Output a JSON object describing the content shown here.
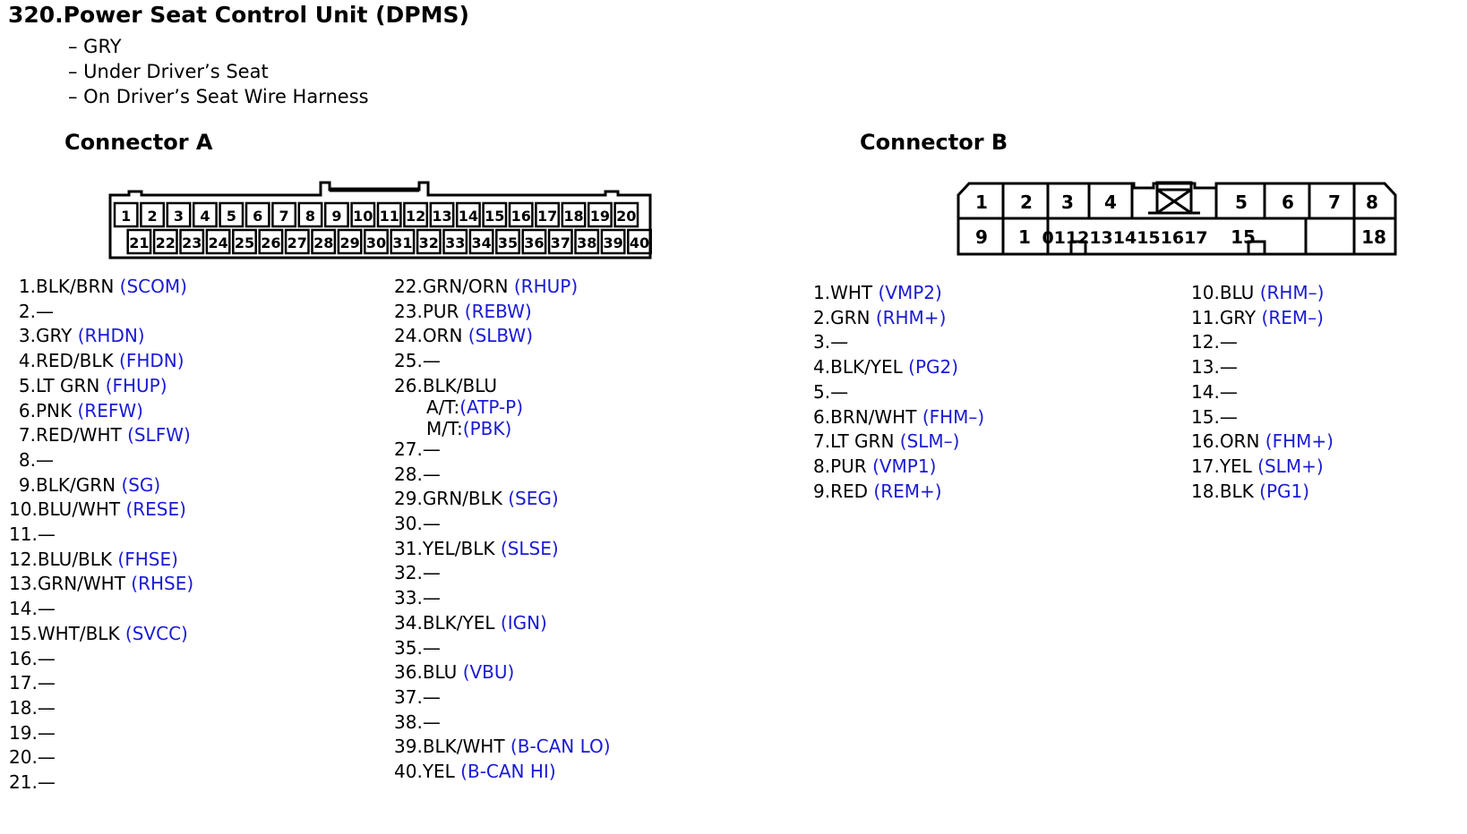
{
  "title": "320.Power Seat Control Unit (DPMS)",
  "subtitle_lines": [
    "– GRY",
    "– Under Driver’s Seat",
    "– On Driver’s Seat Wire Harness"
  ],
  "connector_a": {
    "title": "Connector A",
    "pins_top": [
      "1",
      "2",
      "3",
      "4",
      "5",
      "6",
      "7",
      "8",
      "9",
      "10",
      "11",
      "12",
      "13",
      "14",
      "15",
      "16",
      "17",
      "18",
      "19",
      "20"
    ],
    "pins_bottom": [
      "21",
      "22",
      "23",
      "24",
      "25",
      "26",
      "27",
      "28",
      "29",
      "30",
      "31",
      "32",
      "33",
      "34",
      "35",
      "36",
      "37",
      "38",
      "39",
      "40"
    ],
    "list_left": [
      {
        "num": "1.",
        "wire": "BLK/BRN",
        "sig": "(SCOM)"
      },
      {
        "num": "2.",
        "wire": "—",
        "sig": ""
      },
      {
        "num": "3.",
        "wire": "GRY",
        "sig": "(RHDN)"
      },
      {
        "num": "4.",
        "wire": "RED/BLK",
        "sig": "(FHDN)"
      },
      {
        "num": "5.",
        "wire": "LT GRN",
        "sig": "(FHUP)"
      },
      {
        "num": "6.",
        "wire": "PNK",
        "sig": "(REFW)"
      },
      {
        "num": "7.",
        "wire": "RED/WHT",
        "sig": "(SLFW)"
      },
      {
        "num": "8.",
        "wire": "—",
        "sig": ""
      },
      {
        "num": "9.",
        "wire": "BLK/GRN",
        "sig": "(SG)"
      },
      {
        "num": "10.",
        "wire": "BLU/WHT",
        "sig": "(RESE)"
      },
      {
        "num": "11.",
        "wire": "—",
        "sig": ""
      },
      {
        "num": "12.",
        "wire": "BLU/BLK",
        "sig": "(FHSE)"
      },
      {
        "num": "13.",
        "wire": "GRN/WHT",
        "sig": "(RHSE)"
      },
      {
        "num": "14.",
        "wire": "—",
        "sig": ""
      },
      {
        "num": "15.",
        "wire": "WHT/BLK",
        "sig": "(SVCC)"
      },
      {
        "num": "16.",
        "wire": "—",
        "sig": ""
      },
      {
        "num": "17.",
        "wire": "—",
        "sig": ""
      },
      {
        "num": "18.",
        "wire": "—",
        "sig": ""
      },
      {
        "num": "19.",
        "wire": "—",
        "sig": ""
      },
      {
        "num": "20.",
        "wire": "—",
        "sig": ""
      },
      {
        "num": "21.",
        "wire": "—",
        "sig": ""
      }
    ],
    "list_right": [
      {
        "num": "22.",
        "wire": "GRN/ORN",
        "sig": "(RHUP)"
      },
      {
        "num": "23.",
        "wire": "PUR",
        "sig": "(REBW)"
      },
      {
        "num": "24.",
        "wire": "ORN",
        "sig": "(SLBW)"
      },
      {
        "num": "25.",
        "wire": "—",
        "sig": ""
      },
      {
        "num": "26.",
        "wire": "BLK/BLU",
        "sig": "",
        "sub": [
          {
            "label": "A/T:",
            "sig": "(ATP-P)"
          },
          {
            "label": "M/T:",
            "sig": "(PBK)"
          }
        ]
      },
      {
        "num": "27.",
        "wire": "—",
        "sig": ""
      },
      {
        "num": "28.",
        "wire": "—",
        "sig": ""
      },
      {
        "num": "29.",
        "wire": "GRN/BLK",
        "sig": "(SEG)"
      },
      {
        "num": "30.",
        "wire": "—",
        "sig": ""
      },
      {
        "num": "31.",
        "wire": "YEL/BLK",
        "sig": "(SLSE)"
      },
      {
        "num": "32.",
        "wire": "—",
        "sig": ""
      },
      {
        "num": "33.",
        "wire": "—",
        "sig": ""
      },
      {
        "num": "34.",
        "wire": "BLK/YEL",
        "sig": "(IGN)"
      },
      {
        "num": "35.",
        "wire": "—",
        "sig": ""
      },
      {
        "num": "36.",
        "wire": "BLU",
        "sig": "(VBU)"
      },
      {
        "num": "37.",
        "wire": "—",
        "sig": ""
      },
      {
        "num": "38.",
        "wire": "—",
        "sig": ""
      },
      {
        "num": "39.",
        "wire": "BLK/WHT",
        "sig": "(B-CAN LO)"
      },
      {
        "num": "40.",
        "wire": "YEL",
        "sig": "(B-CAN HI)"
      }
    ]
  },
  "connector_b": {
    "title": "Connector B",
    "cavities_top": [
      "1",
      "2",
      "3",
      "4",
      "5",
      "6",
      "7",
      "8"
    ],
    "cavities_bottom": [
      "9",
      "1",
      "01121314151617",
      "15",
      "18"
    ],
    "list_left": [
      {
        "num": "1.",
        "wire": "WHT",
        "sig": "(VMP2)"
      },
      {
        "num": "2.",
        "wire": "GRN",
        "sig": "(RHM+)"
      },
      {
        "num": "3.",
        "wire": "—",
        "sig": ""
      },
      {
        "num": "4.",
        "wire": "BLK/YEL",
        "sig": "(PG2)"
      },
      {
        "num": "5.",
        "wire": "—",
        "sig": ""
      },
      {
        "num": "6.",
        "wire": "BRN/WHT",
        "sig": "(FHM–)"
      },
      {
        "num": "7.",
        "wire": "LT GRN",
        "sig": "(SLM–)"
      },
      {
        "num": "8.",
        "wire": "PUR",
        "sig": "(VMP1)"
      },
      {
        "num": "9.",
        "wire": "RED",
        "sig": "(REM+)"
      }
    ],
    "list_right": [
      {
        "num": "10.",
        "wire": "BLU",
        "sig": "(RHM–)"
      },
      {
        "num": "11.",
        "wire": "GRY",
        "sig": "(REM–)"
      },
      {
        "num": "12.",
        "wire": "—",
        "sig": ""
      },
      {
        "num": "13.",
        "wire": "—",
        "sig": ""
      },
      {
        "num": "14.",
        "wire": "—",
        "sig": ""
      },
      {
        "num": "15.",
        "wire": "—",
        "sig": ""
      },
      {
        "num": "16.",
        "wire": "ORN",
        "sig": "(FHM+)"
      },
      {
        "num": "17.",
        "wire": "YEL",
        "sig": "(SLM+)"
      },
      {
        "num": "18.",
        "wire": "BLK",
        "sig": "(PG1)"
      }
    ]
  },
  "colors": {
    "signal": "#1a1ad6",
    "text": "#000000"
  }
}
